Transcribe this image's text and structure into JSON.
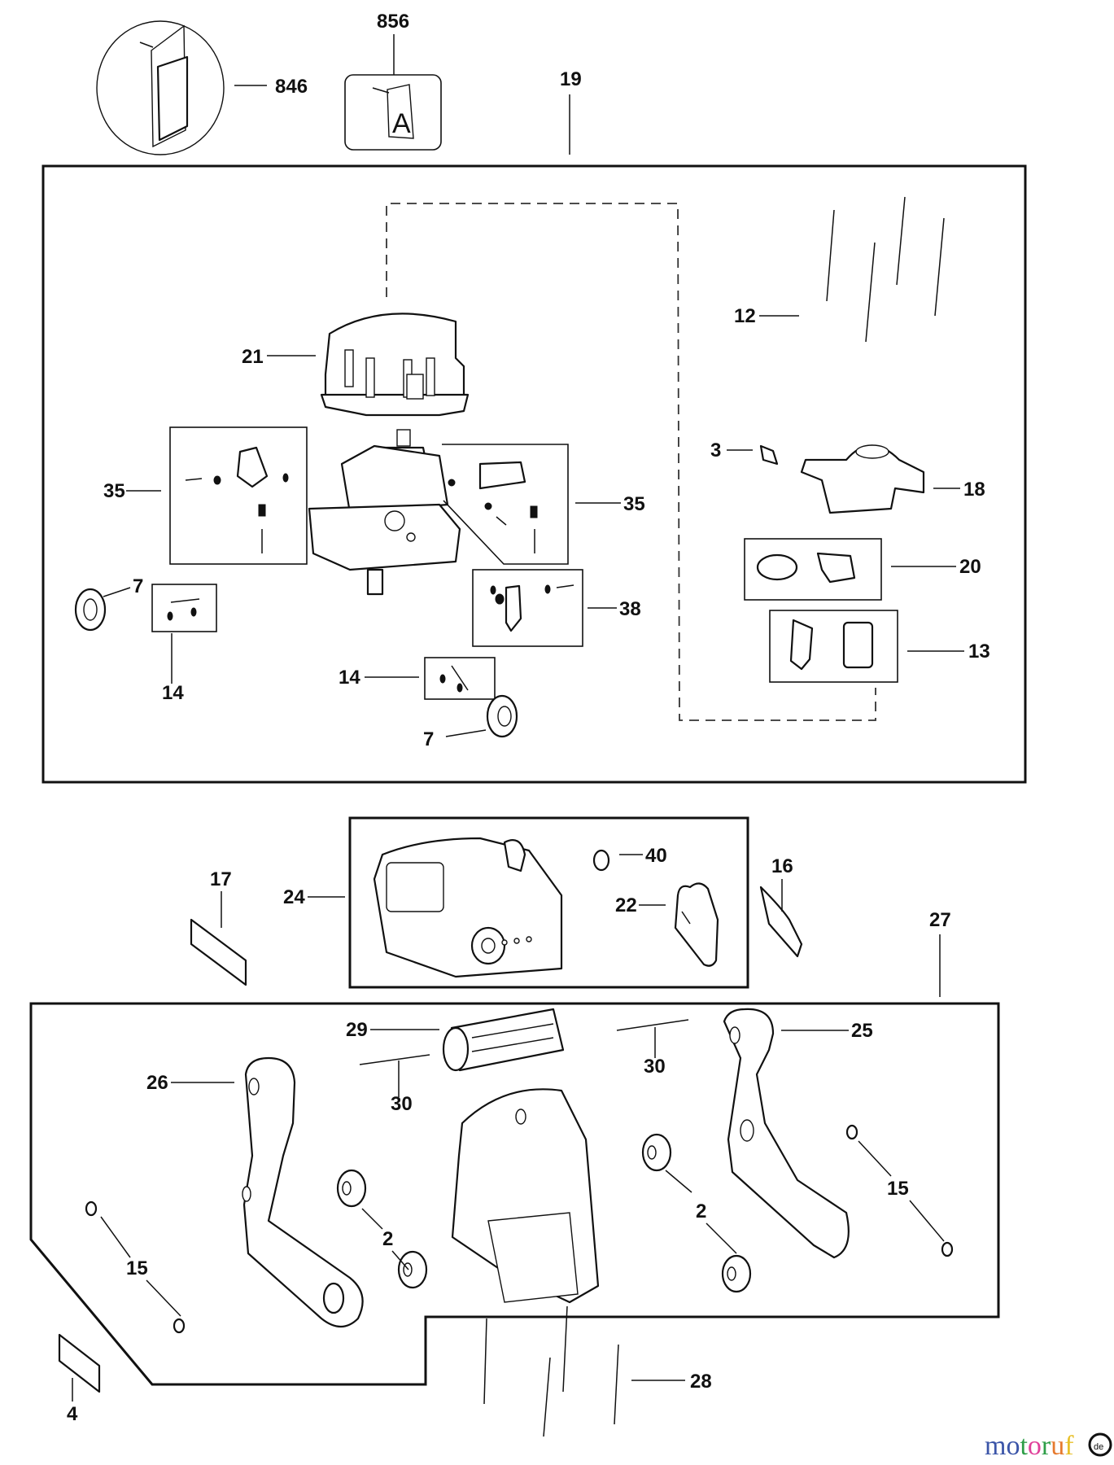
{
  "diagram": {
    "type": "exploded parts diagram",
    "callouts": {
      "c846": "846",
      "c856": "856",
      "c19": "19",
      "c21": "21",
      "c12": "12",
      "c35a": "35",
      "c35b": "35",
      "c3": "3",
      "c18": "18",
      "c20": "20",
      "c7a": "7",
      "c14a": "14",
      "c38": "38",
      "c14b": "14",
      "c13": "13",
      "c7b": "7",
      "c40": "40",
      "c17": "17",
      "c24": "24",
      "c22": "22",
      "c16": "16",
      "c27": "27",
      "c29": "29",
      "c25": "25",
      "c26": "26",
      "c30a": "30",
      "c30b": "30",
      "c15a": "15",
      "c15b": "15",
      "c2a": "2",
      "c2b": "2",
      "c4": "4",
      "c28": "28"
    },
    "tag_letter": "A"
  },
  "watermark": {
    "letters": [
      "m",
      "o",
      "t",
      "o",
      "r",
      "u",
      "f"
    ],
    "colors": [
      "#3b55a8",
      "#3b55a8",
      "#2e9e48",
      "#e0409a",
      "#2e9e48",
      "#e67a2e",
      "#e8c02a"
    ],
    "badge": "de"
  }
}
